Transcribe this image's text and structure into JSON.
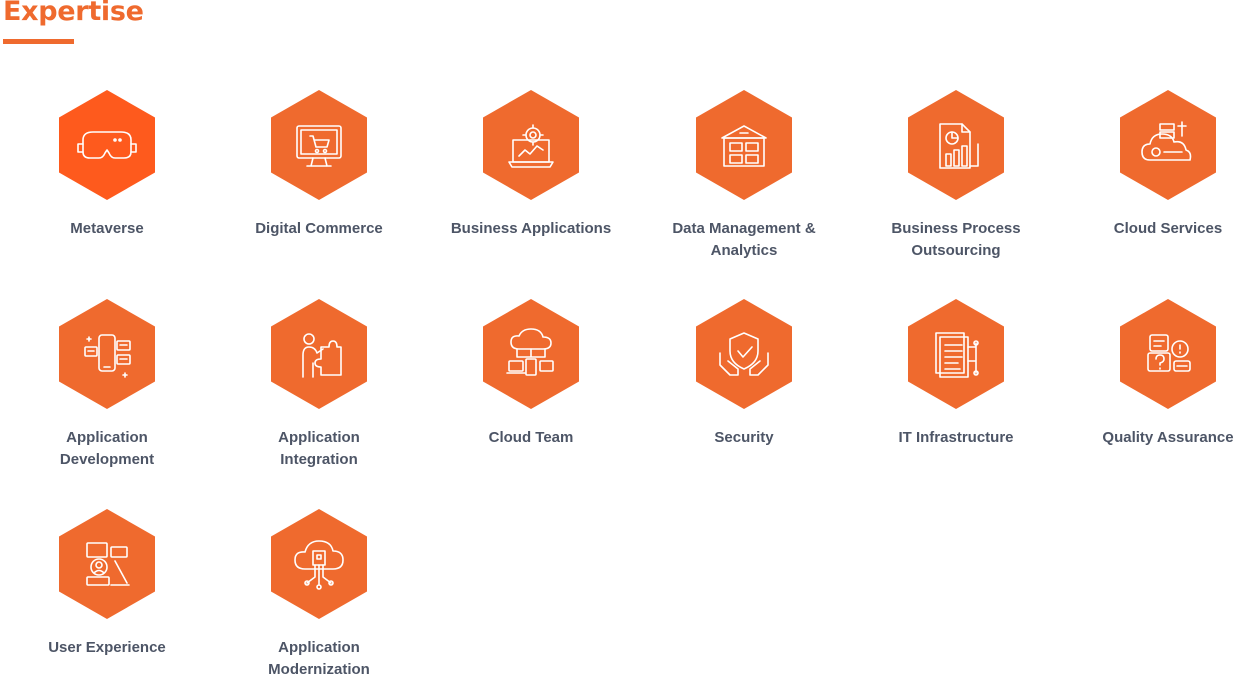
{
  "section": {
    "title": "Expertise",
    "accent_color": "#ef6a2e",
    "active_color": "#fe5a1d",
    "text_color": "#4d5566"
  },
  "items": [
    {
      "label": "Metaverse",
      "icon": "vr-headset-icon"
    },
    {
      "label": "Digital Commerce",
      "icon": "shopping-cart-monitor-icon"
    },
    {
      "label": "Business Applications",
      "icon": "laptop-gear-icon"
    },
    {
      "label": "Data Management &\nAnalytics",
      "icon": "data-warehouse-icon"
    },
    {
      "label": "Business Process\nOutsourcing",
      "icon": "report-chart-icon"
    },
    {
      "label": "Cloud Services",
      "icon": "cloud-server-icon"
    },
    {
      "label": "Application\nDevelopment",
      "icon": "mobile-app-icon"
    },
    {
      "label": "Application\nIntegration",
      "icon": "puzzle-person-icon"
    },
    {
      "label": "Cloud Team",
      "icon": "cloud-devices-icon"
    },
    {
      "label": "Security",
      "icon": "shield-hands-icon"
    },
    {
      "label": "IT Infrastructure",
      "icon": "document-network-icon"
    },
    {
      "label": "Quality Assurance",
      "icon": "question-chat-icon"
    },
    {
      "label": "User Experience",
      "icon": "user-design-icon"
    },
    {
      "label": "Application\nModernization",
      "icon": "cloud-chip-icon"
    }
  ]
}
